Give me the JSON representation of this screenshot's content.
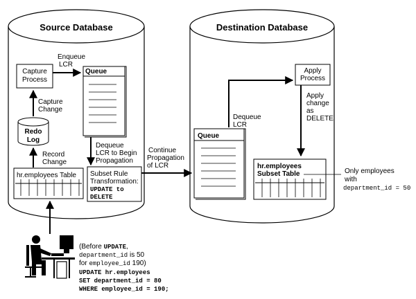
{
  "source_db": {
    "title": "Source Database",
    "capture_process": [
      "Capture",
      "Process"
    ],
    "enqueue_label": [
      "Enqueue",
      "LCR"
    ],
    "queue_label": "Queue",
    "capture_change_label": [
      "Capture",
      "Change"
    ],
    "redo_log": [
      "Redo",
      "Log"
    ],
    "record_change_label": [
      "Record",
      "Change"
    ],
    "table_label": "hr.employees Table",
    "dequeue_label": [
      "Dequeue",
      "LCR to Begin",
      "Propagation"
    ],
    "subset_rule": [
      "Subset Rule",
      "Transformation:"
    ],
    "subset_rule_mono": [
      "UPDATE to",
      "DELETE"
    ]
  },
  "continue_label": [
    "Continue",
    "Propagation",
    "of LCR"
  ],
  "dest_db": {
    "title": "Destination Database",
    "apply_process": [
      "Apply",
      "Process"
    ],
    "apply_change_label": [
      "Apply",
      "change",
      "as",
      "DELETE"
    ],
    "dequeue_label": [
      "Dequeue",
      "LCR"
    ],
    "queue_label": "Queue",
    "subset_table": [
      "hr.employees",
      "Subset Table"
    ]
  },
  "only_employees": {
    "lines": [
      "Only employees",
      "with"
    ],
    "mono": "department_id = 50"
  },
  "before_update": {
    "line1_a": "(Before ",
    "line1_b": "UPDATE",
    "line1_c": ",",
    "line2_a": "department_id",
    "line2_b": " is 50",
    "line3_a": "for ",
    "line3_b": "employee_id",
    "line3_c": " 190)"
  },
  "sql": [
    "UPDATE hr.employees",
    "SET department_id = 80",
    "WHERE employee_id = 190;"
  ]
}
